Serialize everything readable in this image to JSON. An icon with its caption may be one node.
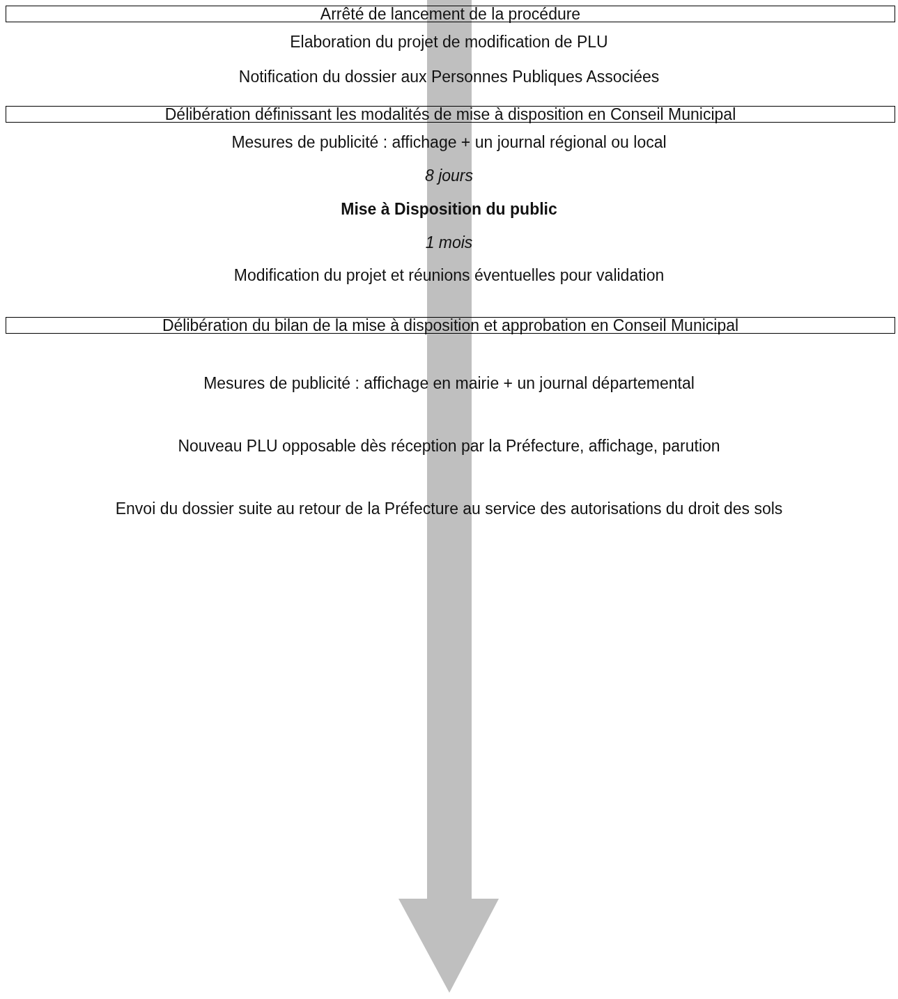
{
  "diagram": {
    "nodes": [
      {
        "text": [
          "Arrêté de lancement de la procédure"
        ]
      },
      {
        "text": [
          "Délibération définissant les modalités de mise à disposition en Conseil Municipal"
        ]
      },
      {
        "text": [
          "Délibération du bilan de la mise à disposition et approbation en Conseil Municipal"
        ]
      }
    ],
    "labels": [
      "Elaboration du projet de modification de PLU",
      "Notification du dossier aux Personnes Publiques Associées",
      "Mesures de publicité : affichage + un journal régional ou local",
      "8 jours",
      "Mise à Disposition du public",
      "1 mois",
      "Modification du projet et réunions éventuelles pour validation",
      "Mesures de publicité : affichage en mairie + un journal départemental",
      "Nouveau PLU opposable dès réception par la Préfecture, affichage, parution",
      "Envoi du dossier suite au retour de la Préfecture au service des autorisations du droit des sols"
    ]
  }
}
